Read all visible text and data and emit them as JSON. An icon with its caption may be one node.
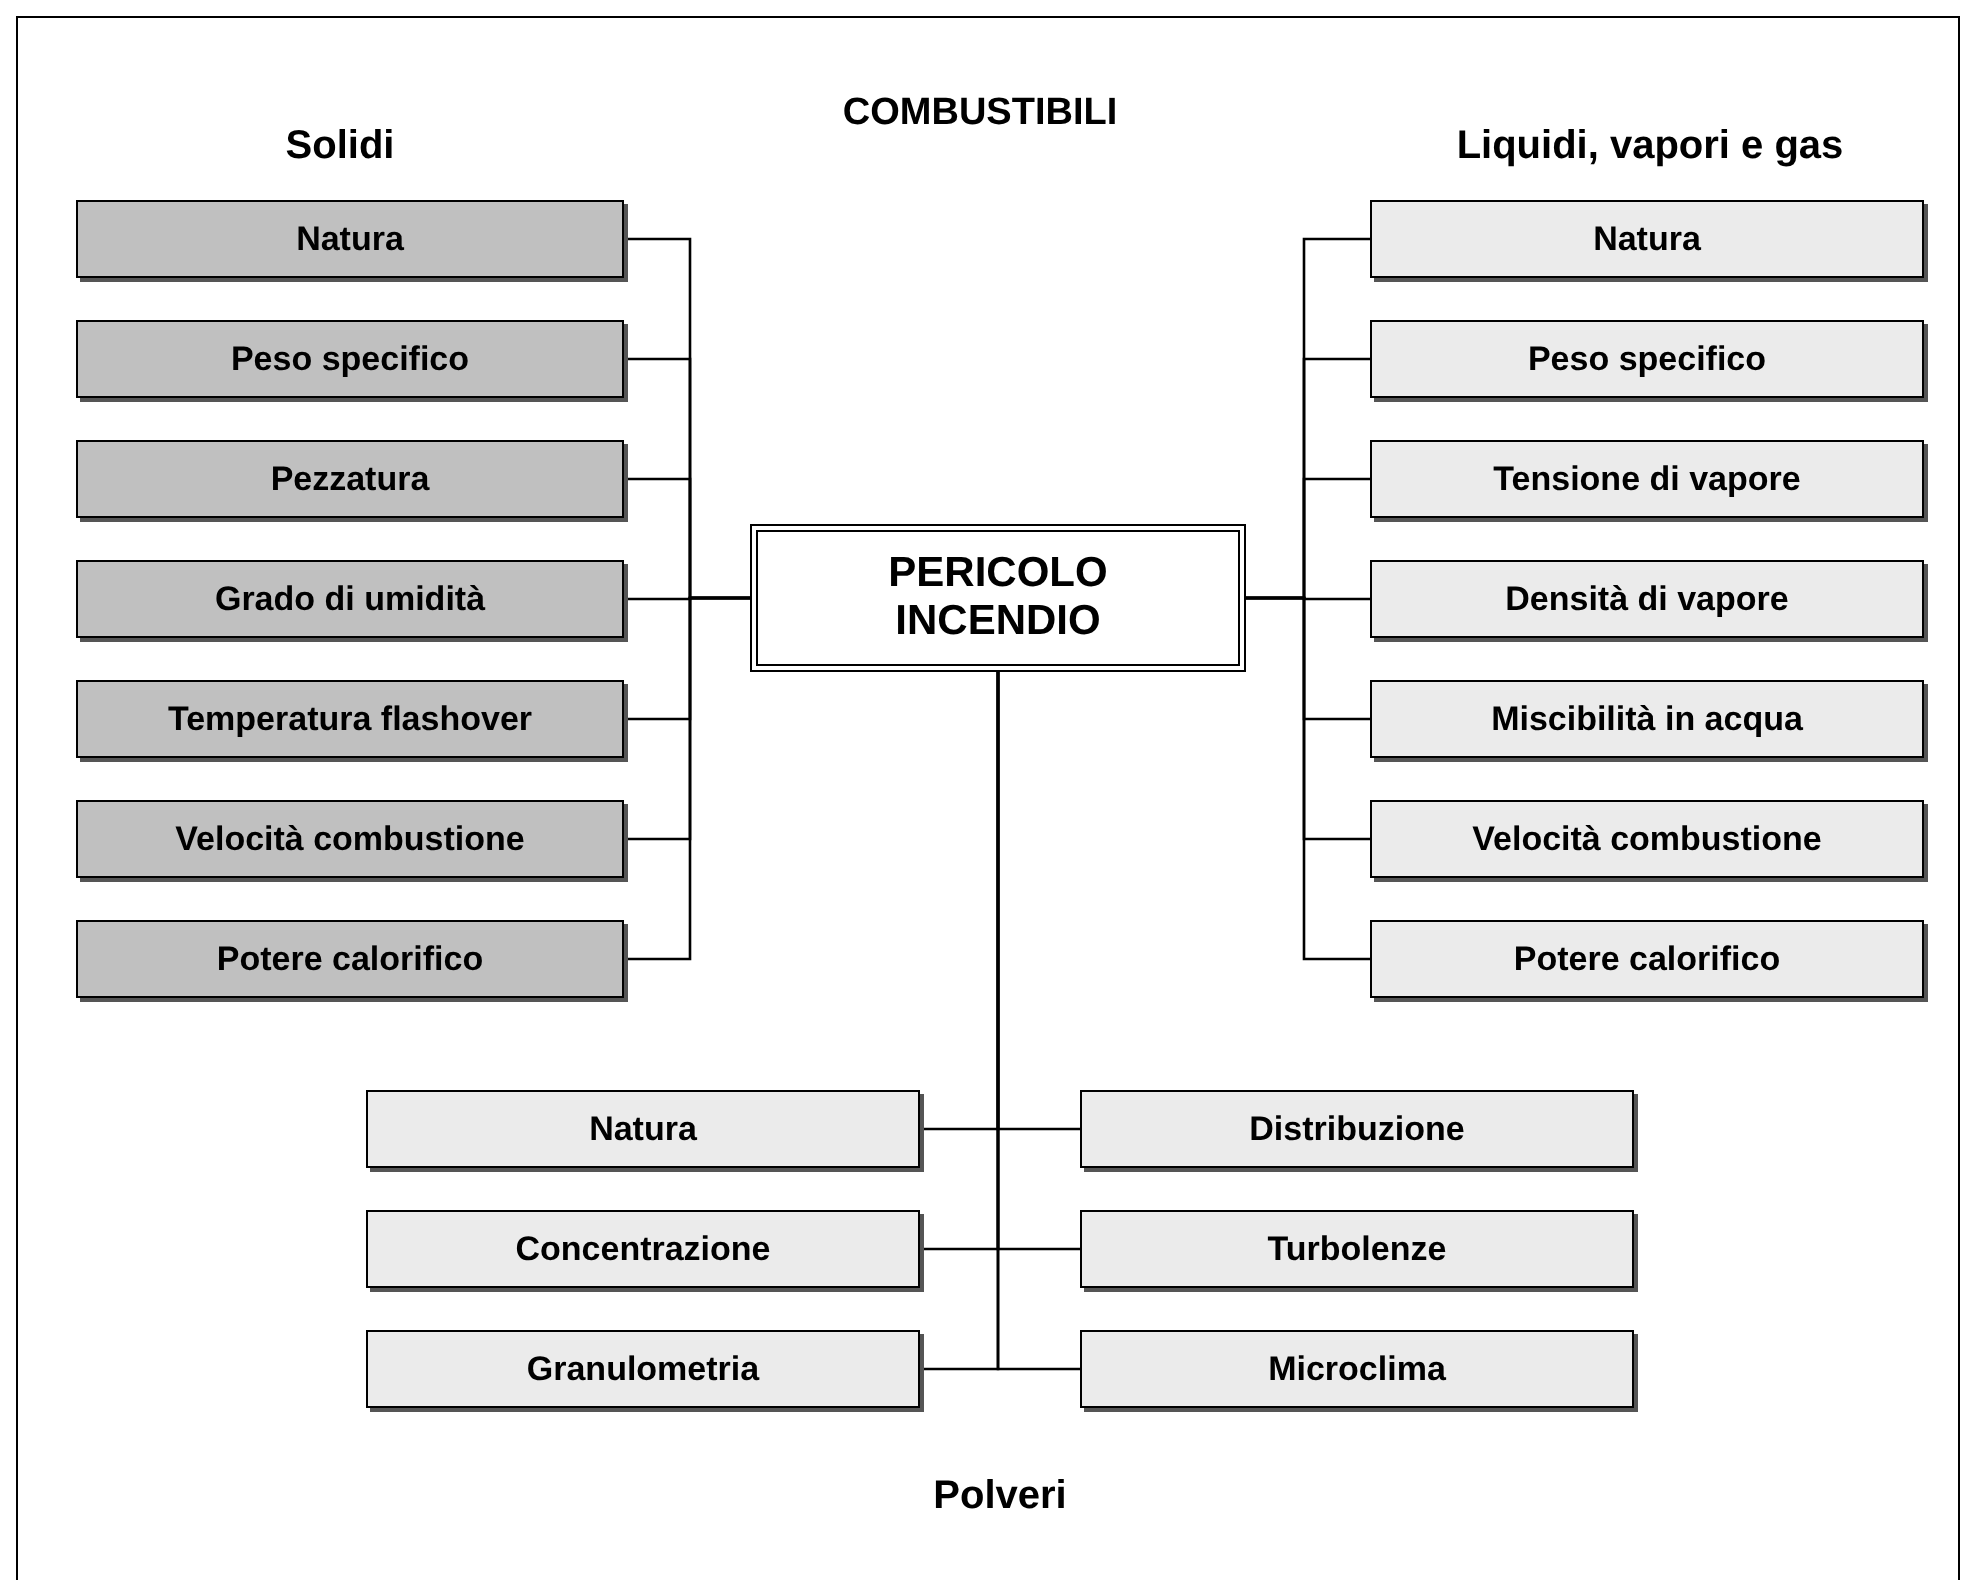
{
  "diagram": {
    "title": "COMBUSTIBILI",
    "nodes": [
      {
        "text": [
          "Natura"
        ]
      },
      {
        "text": [
          "Peso specifico"
        ]
      },
      {
        "text": [
          "Pezzatura"
        ]
      },
      {
        "text": [
          "Grado di umidità"
        ]
      },
      {
        "text": [
          "Temperatura flashover"
        ]
      },
      {
        "text": [
          "Velocità combustione"
        ]
      },
      {
        "text": [
          "Potere calorifico"
        ]
      },
      {
        "text": [
          "Natura"
        ]
      },
      {
        "text": [
          "Peso specifico"
        ]
      },
      {
        "text": [
          "Tensione di vapore"
        ]
      },
      {
        "text": [
          "Densità di vapore"
        ]
      },
      {
        "text": [
          "Miscibilità in acqua"
        ]
      },
      {
        "text": [
          "Velocità combustione"
        ]
      },
      {
        "text": [
          "Potere calorifico"
        ]
      },
      {
        "text": [
          "PERICOLO INCENDIO"
        ]
      },
      {
        "text": [
          "Natura"
        ]
      },
      {
        "text": [
          "Distribuzione"
        ]
      },
      {
        "text": [
          "Concentrazione"
        ]
      },
      {
        "text": [
          "Turbolenze"
        ]
      },
      {
        "text": [
          "Granulometria"
        ]
      },
      {
        "text": [
          "Microclima"
        ]
      }
    ],
    "edges": [
      {
        "from": 14,
        "to": 0,
        "arrow": "none"
      },
      {
        "from": 14,
        "to": 1,
        "arrow": "none"
      },
      {
        "from": 14,
        "to": 2,
        "arrow": "none"
      },
      {
        "from": 14,
        "to": 3,
        "arrow": "none"
      },
      {
        "from": 14,
        "to": 4,
        "arrow": "none"
      },
      {
        "from": 14,
        "to": 5,
        "arrow": "none"
      },
      {
        "from": 14,
        "to": 6,
        "arrow": "none"
      },
      {
        "from": 14,
        "to": 7,
        "arrow": "none"
      },
      {
        "from": 14,
        "to": 8,
        "arrow": "none"
      },
      {
        "from": 14,
        "to": 9,
        "arrow": "none"
      },
      {
        "from": 14,
        "to": 10,
        "arrow": "none"
      },
      {
        "from": 14,
        "to": 11,
        "arrow": "none"
      },
      {
        "from": 14,
        "to": 12,
        "arrow": "none"
      },
      {
        "from": 14,
        "to": 13,
        "arrow": "none"
      },
      {
        "from": 14,
        "to": 15,
        "arrow": "none"
      },
      {
        "from": 14,
        "to": 16,
        "arrow": "none"
      },
      {
        "from": 14,
        "to": 17,
        "arrow": "none"
      },
      {
        "from": 14,
        "to": 18,
        "arrow": "none"
      },
      {
        "from": 14,
        "to": 19,
        "arrow": "none"
      },
      {
        "from": 14,
        "to": 20,
        "arrow": "none"
      }
    ],
    "labels": [
      "Solidi",
      "Liquidi, vapori e gas",
      "Polveri"
    ]
  }
}
